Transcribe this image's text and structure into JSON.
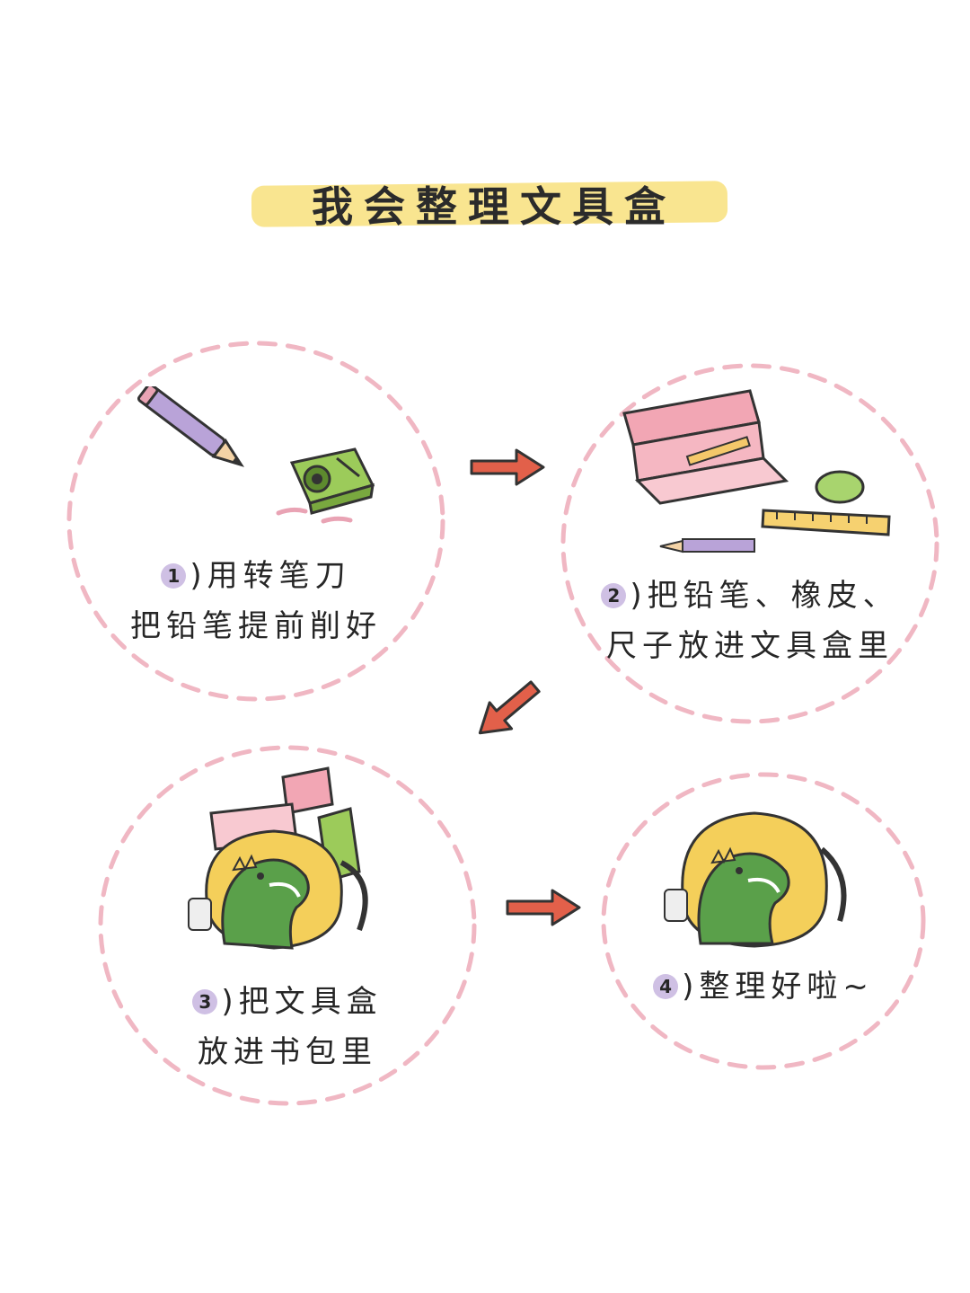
{
  "title": "我会整理文具盒",
  "steps": [
    {
      "number": "1",
      "line1": ")用转笔刀",
      "line2": "把铅笔提前削好"
    },
    {
      "number": "2",
      "line1": ")把铅笔、橡皮、",
      "line2": "尺子放进文具盒里"
    },
    {
      "number": "3",
      "line1": ")把文具盒",
      "line2": "放进书包里"
    },
    {
      "number": "4",
      "line1": ")整理好啦~",
      "line2": ""
    }
  ],
  "colors": {
    "ring": "#f0b7c3",
    "arrow": "#e2604a",
    "title_highlight": "#f9e48a",
    "number_badge": "#cfc0e4"
  },
  "icons": [
    "pencil-icon",
    "sharpener-icon",
    "pencil-case-icon",
    "ruler-icon",
    "eraser-icon",
    "backpack-icon",
    "dinosaur-icon",
    "arrow-icon"
  ]
}
